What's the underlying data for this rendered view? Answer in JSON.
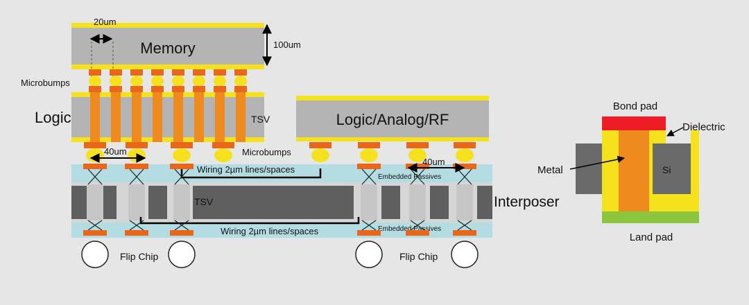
{
  "labels": {
    "memory": "Memory",
    "dim_20um": "20um",
    "dim_100um": "100um",
    "microbumps_top": "Microbumps",
    "logic": "Logic",
    "tsv_logic": "TSV",
    "logic_analog_rf": "Logic/Analog/RF",
    "microbumps_mid": "Microbumps",
    "dim_40um_left": "40um",
    "dim_40um_right": "40um",
    "wiring_top": "Wiring 2µm lines/spaces",
    "wiring_bottom": "Wiring 2µm lines/spaces",
    "embedded_passives_top": "Embedded Passives",
    "embedded_passives_bottom": "Embedded Passives",
    "tsv_interposer": "TSV",
    "interposer": "Interposer",
    "flip_chip_left": "Flip Chip",
    "flip_chip_right": "Flip Chip",
    "bond_pad": "Bond pad",
    "dielectric": "Dielectric",
    "metal": "Metal",
    "si": "Si",
    "land_pad": "Land pad"
  },
  "colors": {
    "background": "#e6e6e6",
    "die_gray": "#b4b4b4",
    "bump_yellow": "#f5e11c",
    "copper_orange": "#ee8a1e",
    "pad_orange": "#e8671a",
    "interposer_blue": "#b3dde2",
    "interposer_dark": "#5f5f5f",
    "tsv_light": "#c6c6c6",
    "bond_pad_red": "#ee1c24",
    "land_pad_green": "#8cc63f",
    "si_gray": "#6a6a6a"
  },
  "icons": [
    "double-arrow-icon",
    "leader-arrow-icon"
  ]
}
